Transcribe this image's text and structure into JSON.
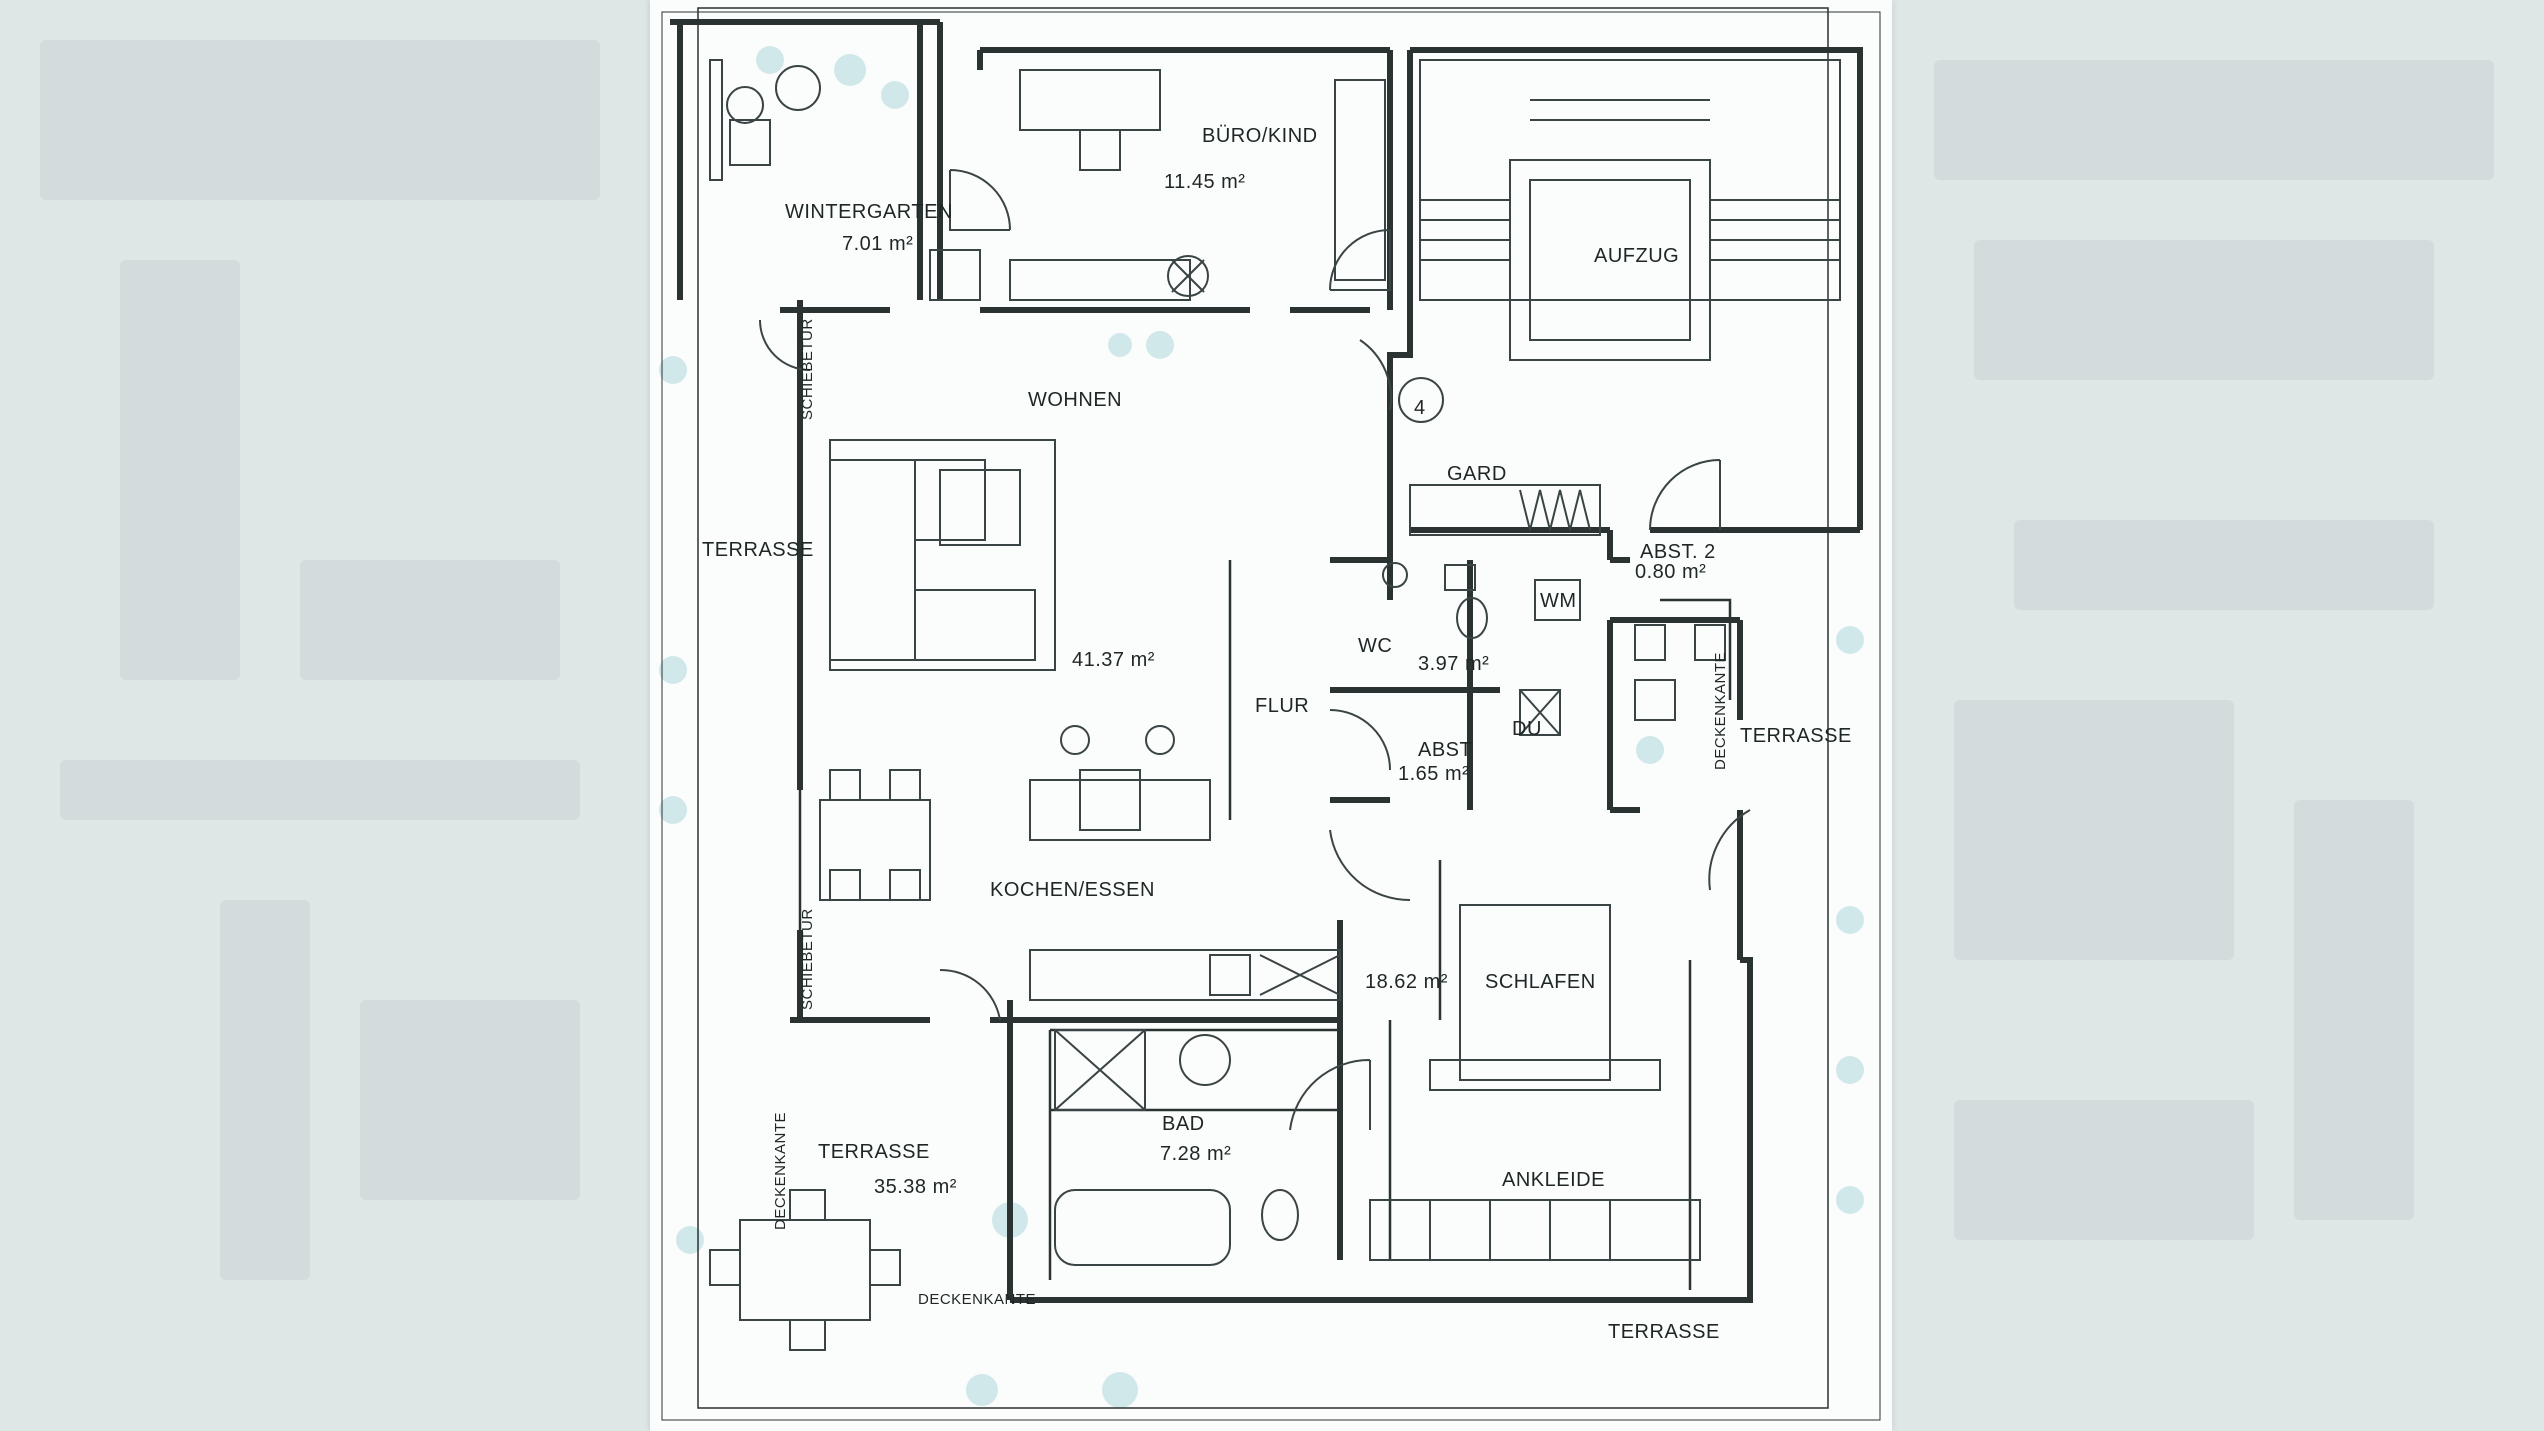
{
  "plan": {
    "rooms": {
      "buero": {
        "name": "BÜRO/KIND",
        "area": "11.45 m²"
      },
      "wintergarten": {
        "name": "WINTERGARTEN",
        "area": "7.01 m²"
      },
      "aufzug": {
        "name": "AUFZUG"
      },
      "unit_number": "4",
      "wohnen": {
        "name": "WOHNEN",
        "area": "41.37 m²"
      },
      "gard": {
        "name": "GARD"
      },
      "abst2": {
        "name": "ABST. 2",
        "area": "0.80 m²"
      },
      "wc": {
        "name": "WC",
        "area": "3.97 m²"
      },
      "wm": {
        "name": "WM"
      },
      "abst": {
        "name": "ABST",
        "area": "1.65 m²"
      },
      "du": {
        "name": "DU"
      },
      "flur": {
        "name": "FLUR"
      },
      "kochen": {
        "name": "KOCHEN/ESSEN"
      },
      "schlafen": {
        "name": "SCHLAFEN",
        "area": "18.62 m²"
      },
      "bad": {
        "name": "BAD",
        "area": "7.28 m²"
      },
      "ankleide": {
        "name": "ANKLEIDE"
      },
      "terrasse_west": {
        "name": "TERRASSE"
      },
      "terrasse_sw": {
        "name": "TERRASSE",
        "area": "35.38 m²"
      },
      "terrasse_east": {
        "name": "TERRASSE"
      },
      "terrasse_south": {
        "name": "TERRASSE"
      }
    },
    "annotations": {
      "schiebetuer_1": "SCHIEBETÜR",
      "schiebetuer_2": "SCHIEBETÜR",
      "deckenkante_1": "DECKENKANTE",
      "deckenkante_2": "DECKENKANTE",
      "deckenkante_3": "DECKENKANTE"
    }
  }
}
